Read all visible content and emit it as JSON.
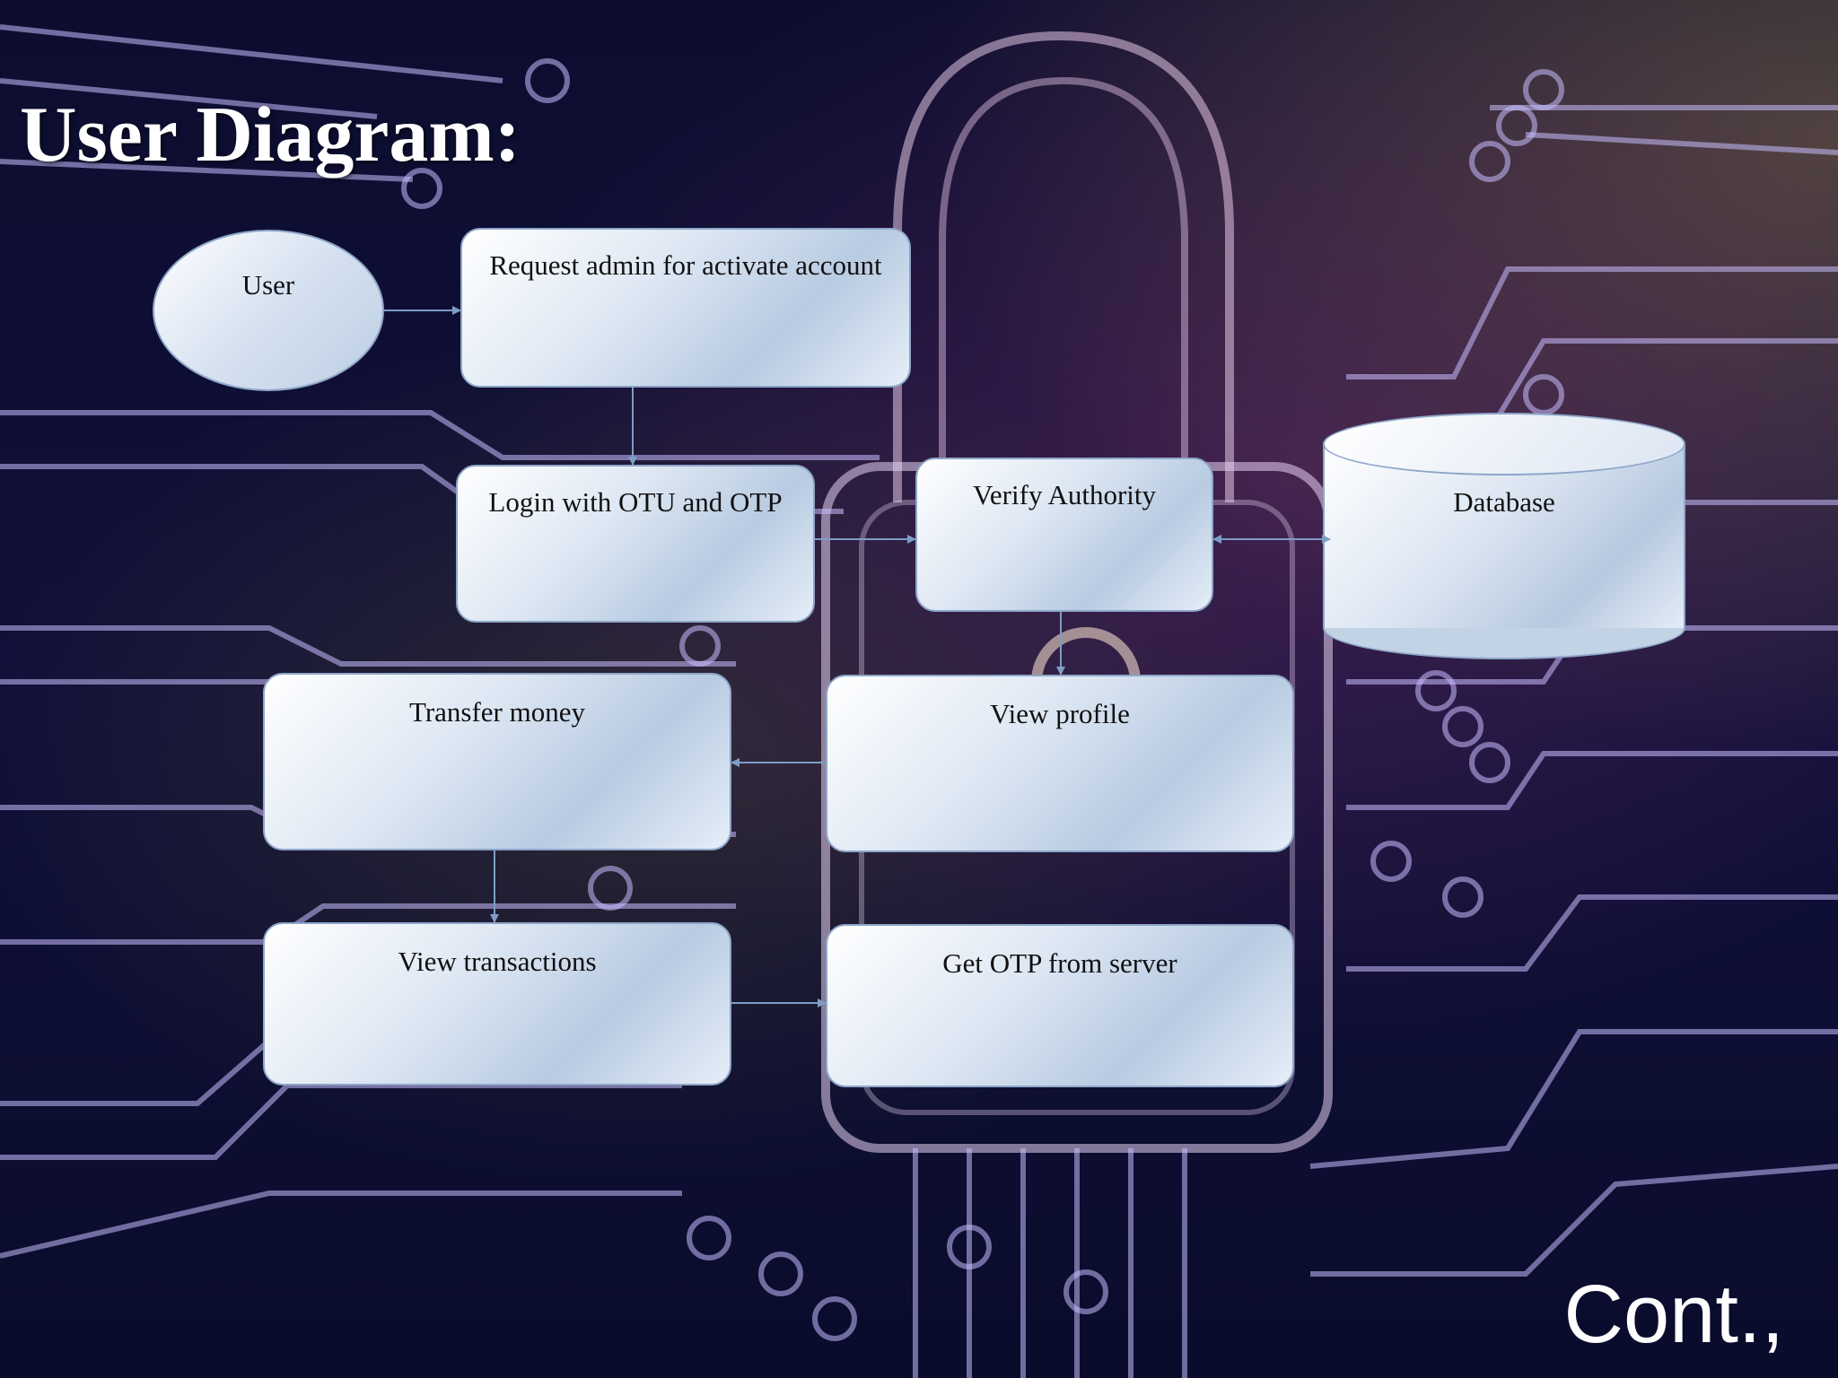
{
  "slide": {
    "title": "User Diagram:",
    "footer": "Cont.,"
  },
  "diagram": {
    "nodes": {
      "user": "User",
      "request_admin": "Request admin for activate account",
      "login": "Login with OTU and OTP",
      "verify": "Verify Authority",
      "database": "Database",
      "transfer": "Transfer money",
      "view_profile": "View profile",
      "view_transactions": "View transactions",
      "get_otp": "Get OTP from server"
    },
    "edges": [
      {
        "from": "User",
        "to": "Request admin for activate account"
      },
      {
        "from": "Request admin for activate account",
        "to": "Login with OTU and OTP"
      },
      {
        "from": "Login with OTU and OTP",
        "to": "Verify Authority"
      },
      {
        "from": "Verify Authority",
        "to": "Database",
        "bidirectional": true
      },
      {
        "from": "Verify Authority",
        "to": "View profile"
      },
      {
        "from": "View profile",
        "to": "Transfer money"
      },
      {
        "from": "Transfer money",
        "to": "View transactions"
      },
      {
        "from": "View transactions",
        "to": "Get OTP from server"
      }
    ]
  },
  "colors": {
    "node_border": "#8ea6c8",
    "arrow": "#7d9dc4",
    "background": "#0b0c2e"
  }
}
